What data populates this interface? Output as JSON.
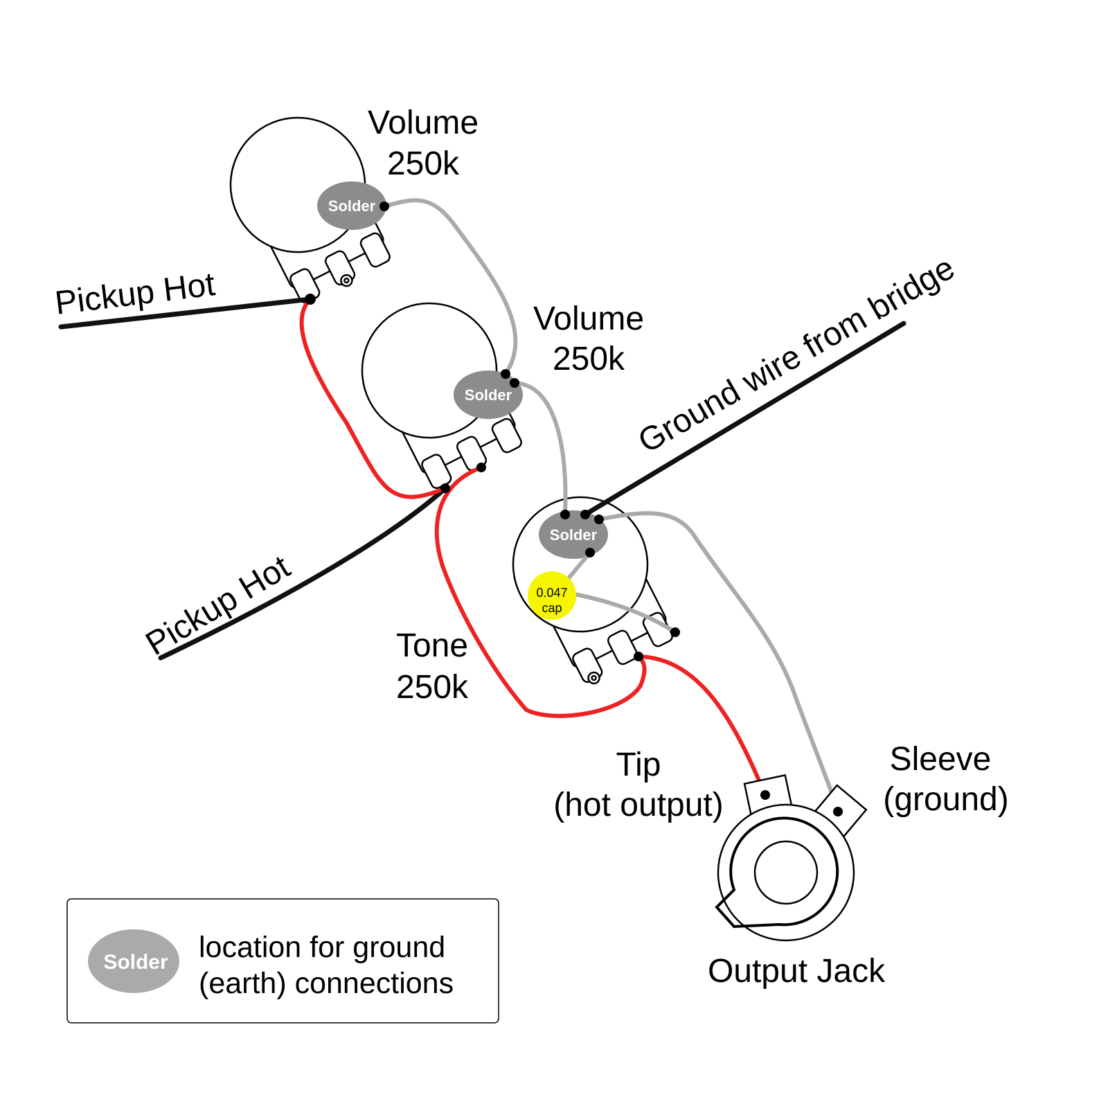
{
  "colors": {
    "hot_wire": "#ee2222",
    "ground_wire": "#aaaaaa",
    "pickup_wire": "#111111",
    "solder": "#8c8c8c",
    "capacitor": "#f5f500"
  },
  "pots": [
    {
      "name": "Volume",
      "value": "250k",
      "solder_label": "Solder"
    },
    {
      "name": "Volume",
      "value": "250k",
      "solder_label": "Solder"
    },
    {
      "name": "Tone",
      "value": "250k",
      "solder_label": "Solder"
    }
  ],
  "capacitor": {
    "value": "0.047",
    "unit": "cap"
  },
  "wires": {
    "pickup_hot_1": "Pickup Hot",
    "pickup_hot_2": "Pickup Hot",
    "ground": "Ground wire from bridge"
  },
  "jack": {
    "title": "Output Jack",
    "tip": "Tip",
    "tip_desc": "(hot output)",
    "sleeve": "Sleeve",
    "sleeve_desc": "(ground)"
  },
  "legend": {
    "solder_label": "Solder",
    "line1": "location for ground",
    "line2": "(earth) connections"
  }
}
